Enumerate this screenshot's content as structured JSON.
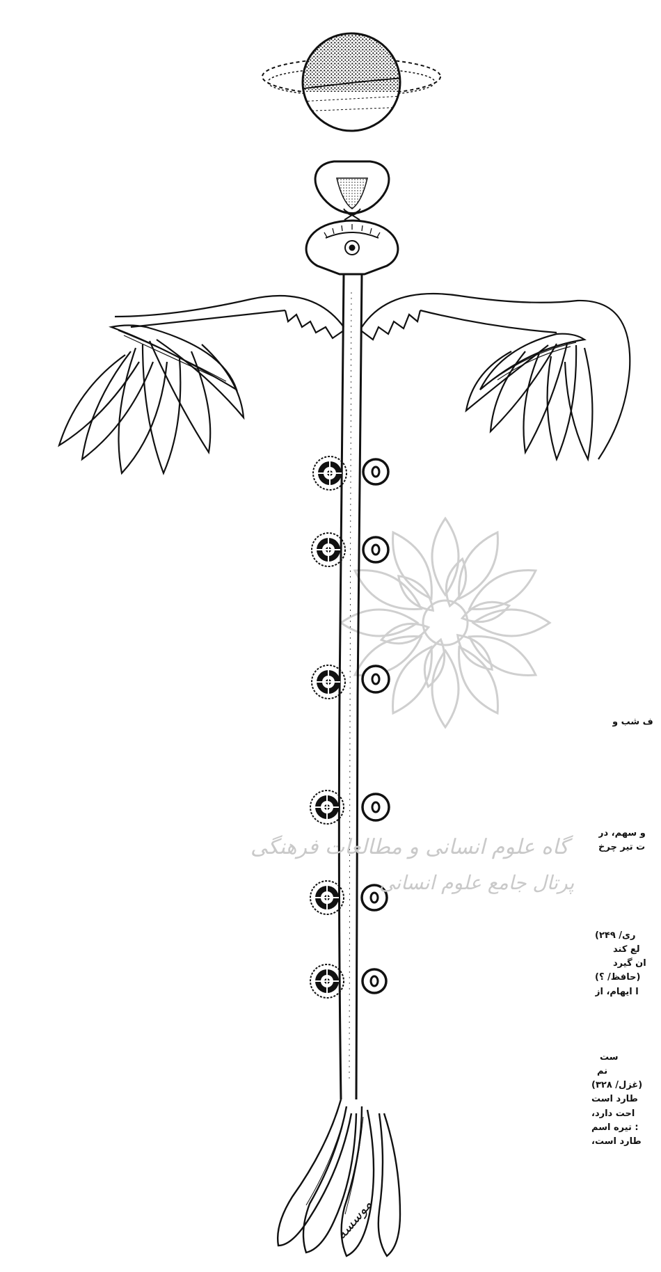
{
  "page": {
    "background": "#ffffff",
    "ink_color": "#111111",
    "watermark_color": "#cfcfcf"
  },
  "illustration": {
    "subject": "winged staff with sphere",
    "eye_icon": "eye-icon",
    "ring_count_left": 6,
    "ring_count_right": 6
  },
  "watermark": {
    "line1": "گاه علوم انسانی و مطالعات فرهنگی",
    "line2": "پرتال جامع علوم انسانی"
  },
  "signature": "موسسه",
  "side_text": {
    "block1": [
      "ف شب و"
    ],
    "block2": [
      "و سهم، در",
      "ت تیر چرخ"
    ],
    "block3": [
      "ری/ ۲۴۹)",
      "لع کند",
      "ان گیرد",
      "(حافظ/ ؟)",
      "ا ایهام، از"
    ],
    "block4": [
      "ست",
      "نم",
      "(غزل/ ۳۲۸)",
      "طارد است",
      "احت دارد،",
      ": تیره اسم",
      "طارد است،"
    ]
  }
}
